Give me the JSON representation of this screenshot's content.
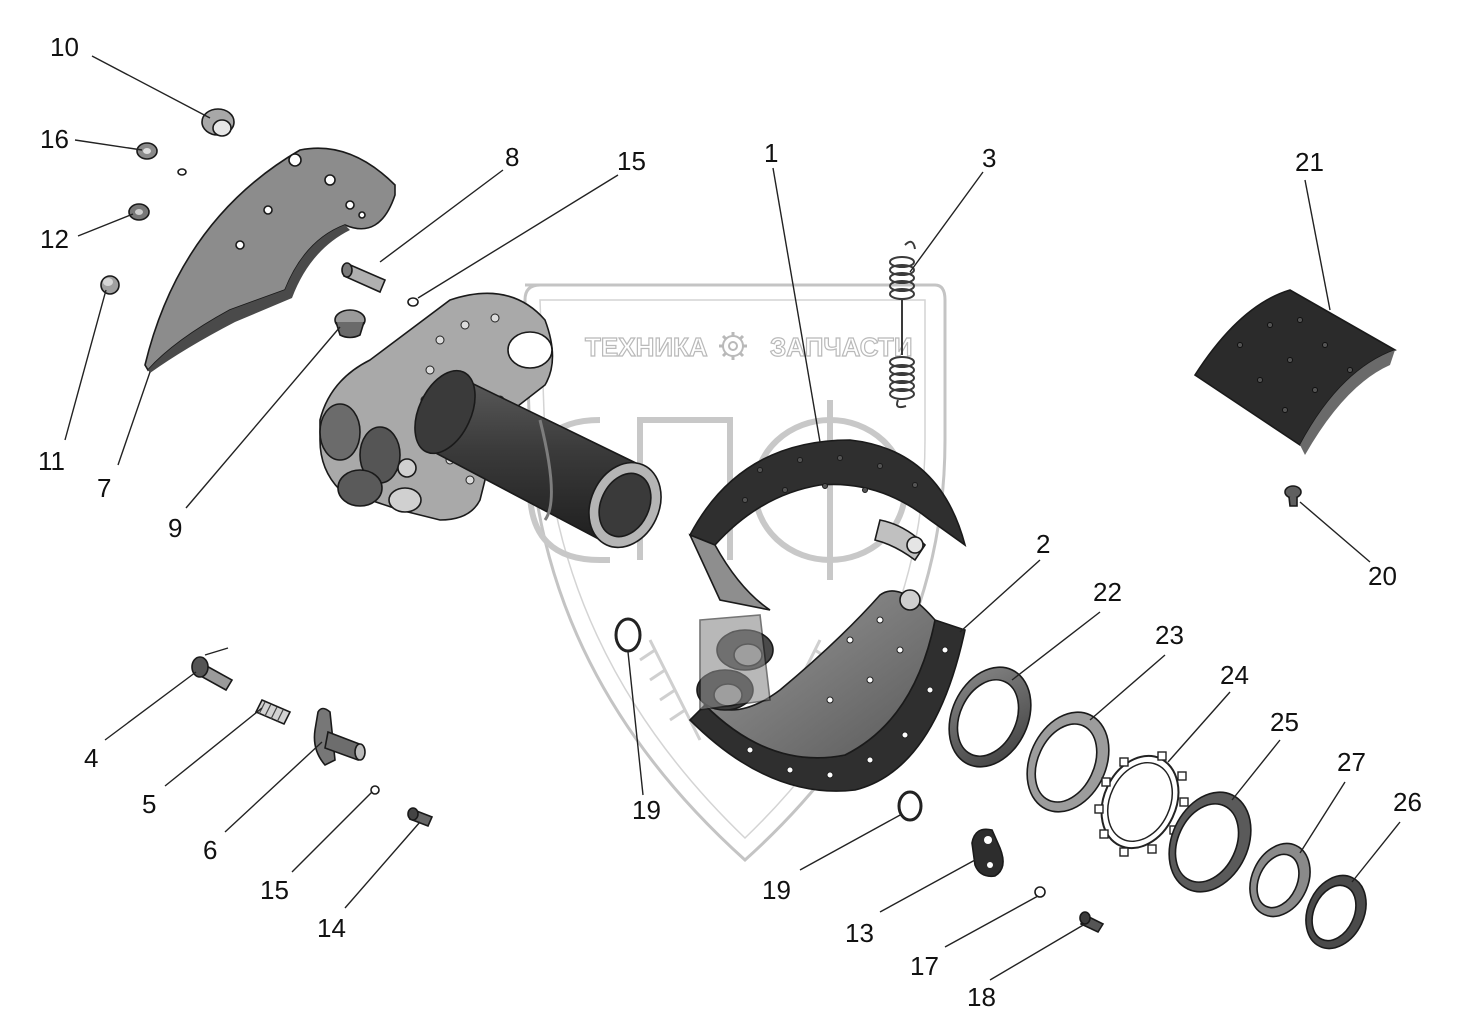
{
  "watermark": {
    "left_word": "ТЕХНИКА",
    "right_word": "ЗАПЧАСТИ"
  },
  "callouts": {
    "c1": "1",
    "c2": "2",
    "c3": "3",
    "c4": "4",
    "c5": "5",
    "c6": "6",
    "c7": "7",
    "c8": "8",
    "c9": "9",
    "c10": "10",
    "c11": "11",
    "c12": "12",
    "c13": "13",
    "c14": "14",
    "c15a": "15",
    "c15b": "15",
    "c16": "16",
    "c17": "17",
    "c18": "18",
    "c19a": "19",
    "c19b": "19",
    "c20": "20",
    "c21": "21",
    "c22": "22",
    "c23": "23",
    "c24": "24",
    "c25": "25",
    "c26": "26",
    "c27": "27"
  },
  "colors": {
    "part_dark": "#2e2e2e",
    "part_mid": "#6f6f6f",
    "part_light": "#a8a8a8",
    "watermark": "#c4c4c4"
  }
}
